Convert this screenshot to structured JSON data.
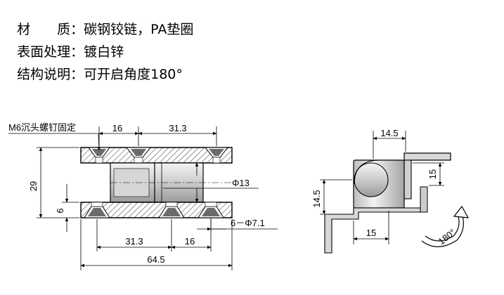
{
  "specs": [
    {
      "label": "材　　质：",
      "value": "碳钢铰链，PA垫圈"
    },
    {
      "label": "表面处理：",
      "value": "镀白锌"
    },
    {
      "label": "结构说明：",
      "value": "可开启角度180°"
    }
  ],
  "front_view": {
    "callout": "M6沉头螺钉固定",
    "dims": {
      "top_small": "16",
      "top_large": "31.3",
      "height": "29",
      "gap": "6",
      "pin_dia": "Φ13",
      "bottom_large": "31.3",
      "bottom_small": "16",
      "hole": "6－Φ7.1",
      "overall": "64.5"
    }
  },
  "side_view": {
    "dims": {
      "top_width": "14.5",
      "right_height": "15",
      "left_height": "14.5",
      "bottom_width": "15",
      "rotation": "180°"
    }
  },
  "colors": {
    "hatch": "#555555",
    "metal_light": "#e8e8e8",
    "metal_mid": "#bdbdbd",
    "metal_dark": "#8a8a8a"
  }
}
